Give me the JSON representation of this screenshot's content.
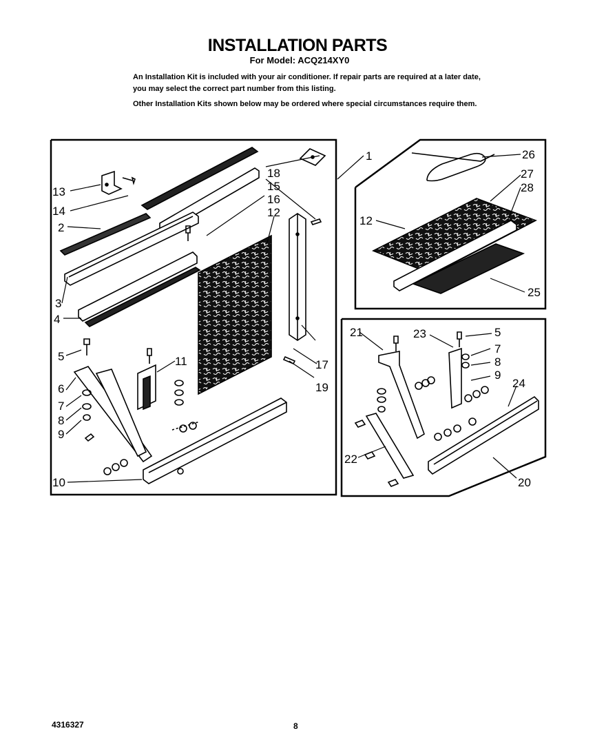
{
  "header": {
    "title": "INSTALLATION PARTS",
    "subtitle": "For Model: ACQ214XY0"
  },
  "intro": {
    "paragraph1": "An Installation Kit is included with your air conditioner. If repair parts are required at a later date, you may select the correct part number from this listing.",
    "paragraph2": "Other Installation Kits shown below may be ordered where special circumstances require them."
  },
  "diagram": {
    "main_kit": {
      "callouts": [
        "1",
        "2",
        "3",
        "4",
        "5",
        "6",
        "7",
        "8",
        "9",
        "10",
        "11",
        "12",
        "13",
        "14",
        "15",
        "16",
        "17",
        "18",
        "19"
      ]
    },
    "kit_top_right": {
      "callouts": [
        "12",
        "25",
        "26",
        "27",
        "28"
      ]
    },
    "kit_bottom_right": {
      "callouts": [
        "5",
        "7",
        "8",
        "9",
        "20",
        "21",
        "22",
        "23",
        "24"
      ]
    }
  },
  "footer": {
    "doc_number": "4316327",
    "page_number": "8"
  }
}
